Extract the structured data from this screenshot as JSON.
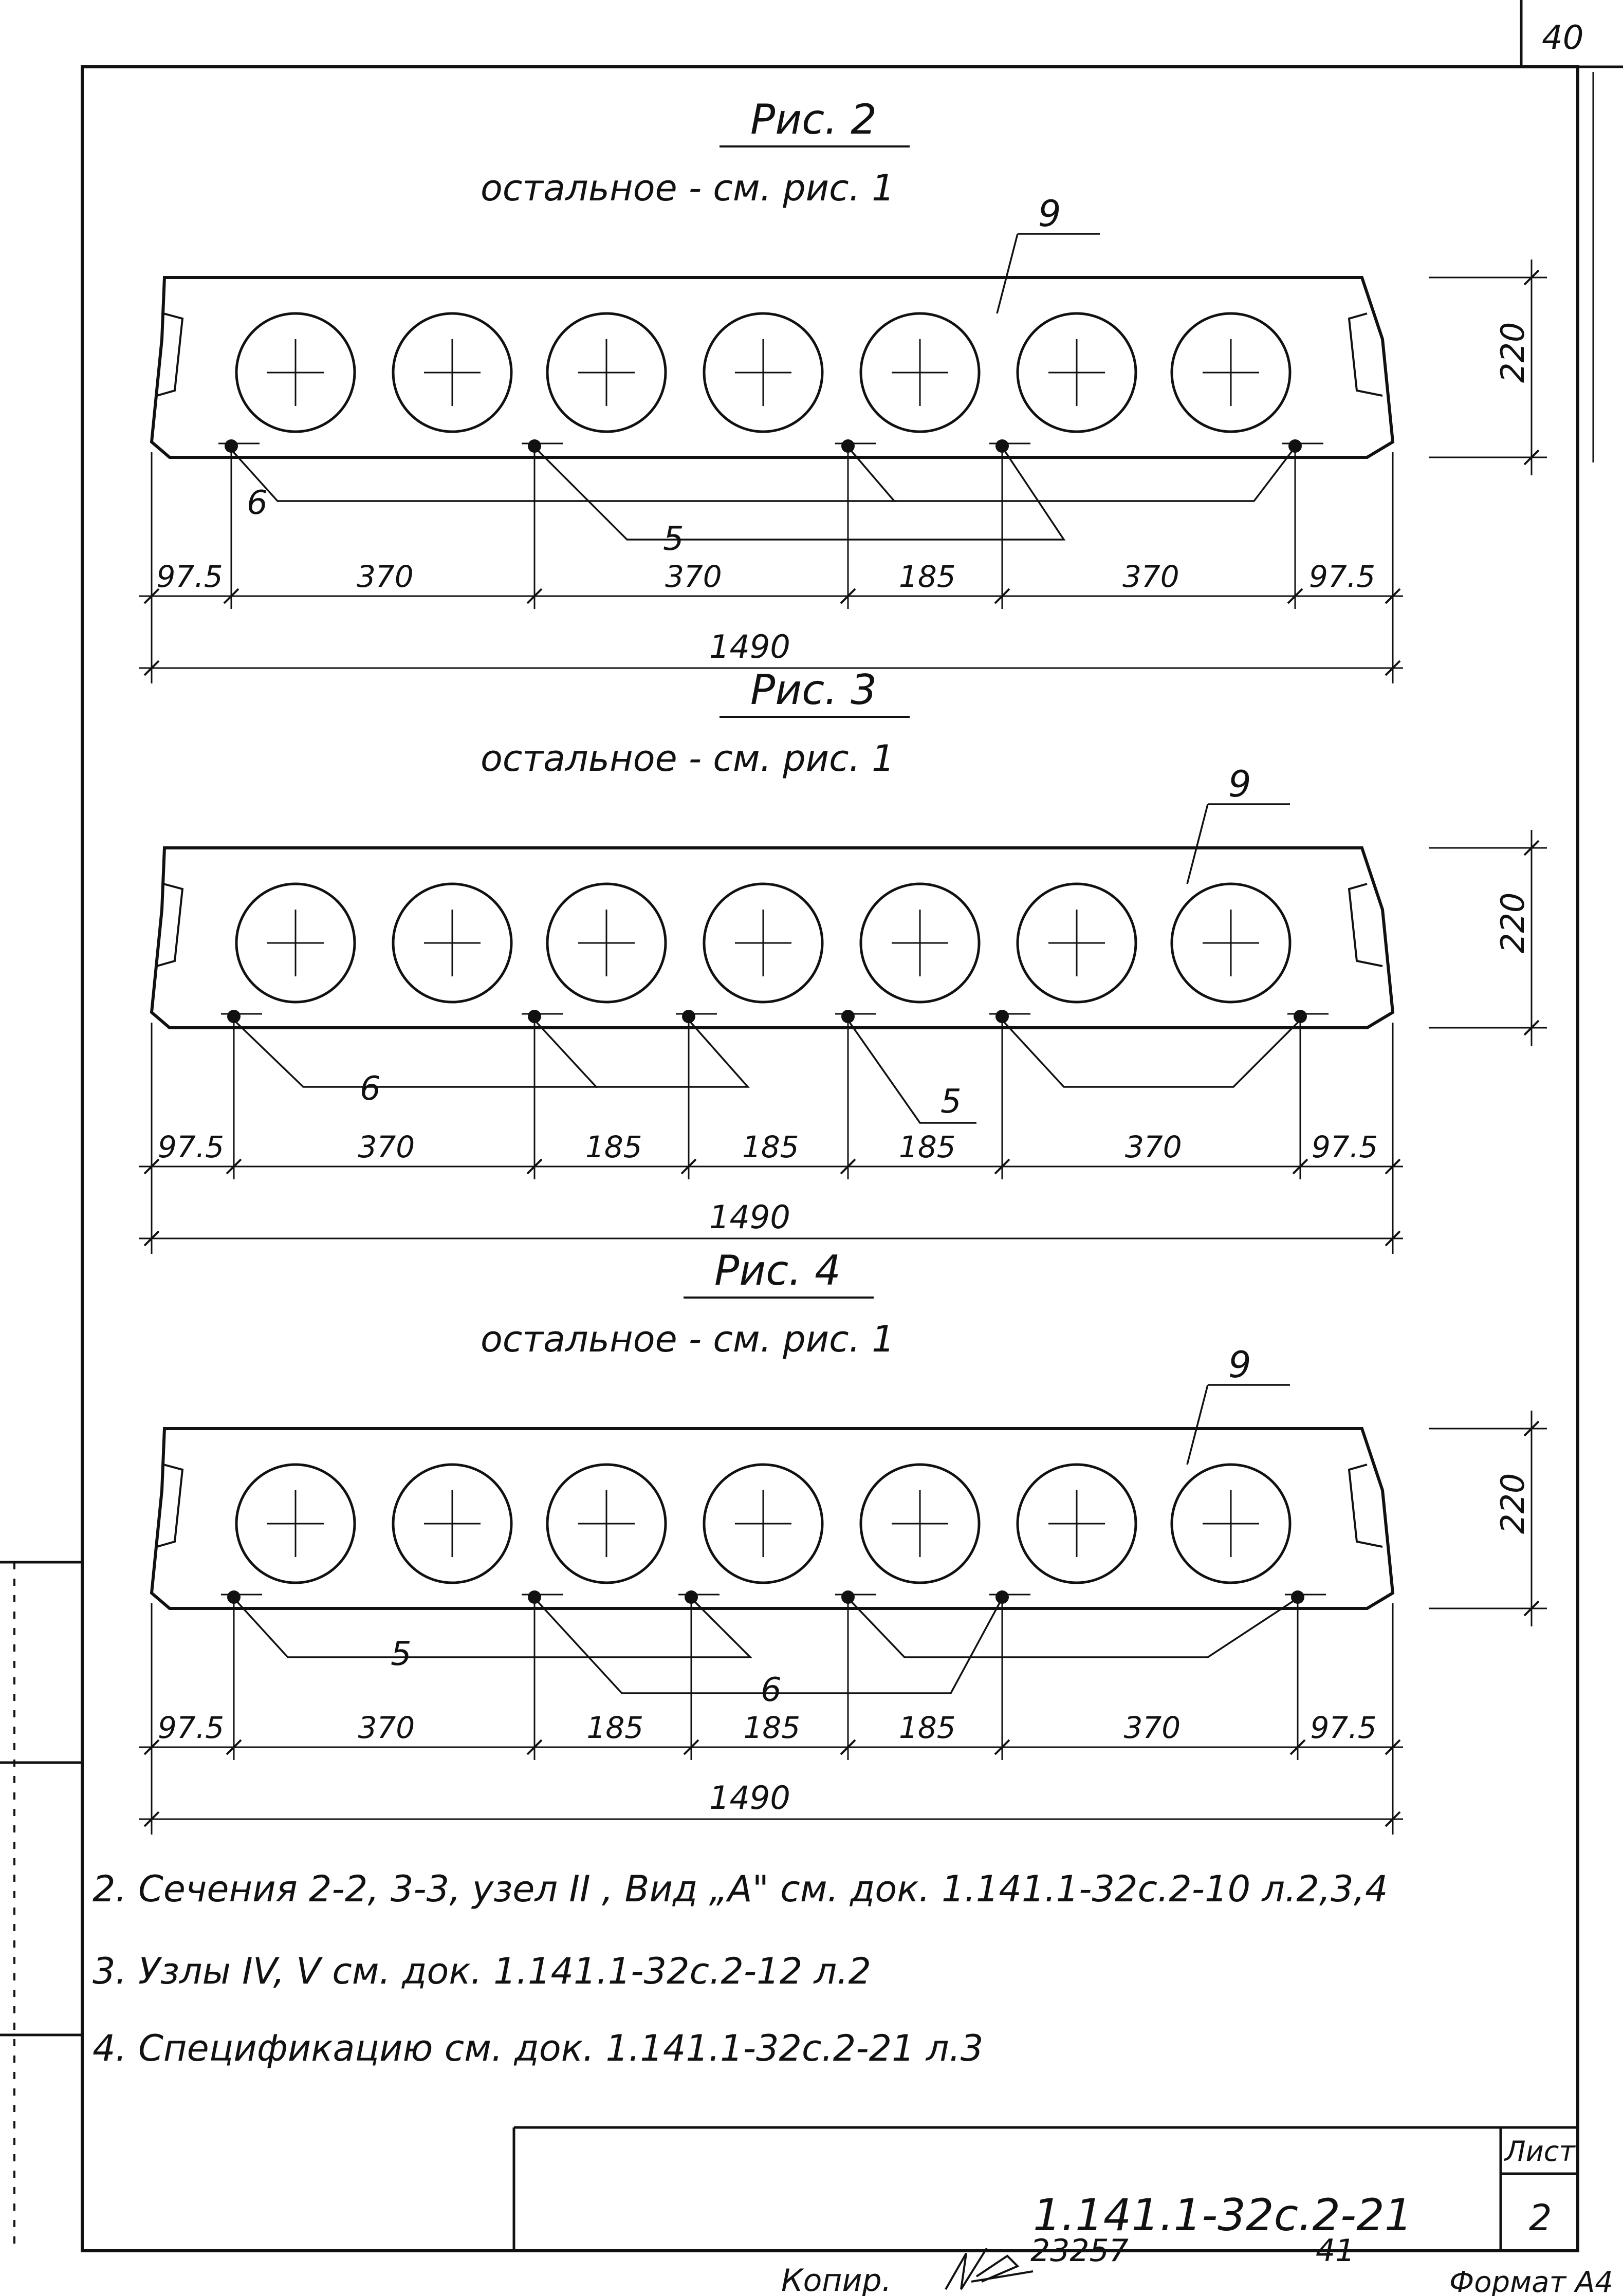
{
  "page_number_top": "40",
  "figures": [
    {
      "title": "Рис. 2",
      "subtitle": "остальное - см. рис. 1",
      "callout": "9",
      "height_dim": "220",
      "label_a": "6",
      "label_b": "5",
      "dims": [
        "97.5",
        "370",
        "370",
        "185",
        "370",
        "97.5"
      ],
      "total": "1490"
    },
    {
      "title": "Рис. 3",
      "subtitle": "остальное - см. рис. 1",
      "callout": "9",
      "height_dim": "220",
      "label_a": "6",
      "label_b": "5",
      "dims": [
        "97.5",
        "370",
        "185",
        "185",
        "185",
        "370",
        "97.5"
      ],
      "total": "1490"
    },
    {
      "title": "Рис. 4",
      "subtitle": "остальное - см. рис. 1",
      "callout": "9",
      "height_dim": "220",
      "label_a": "5",
      "label_b": "6",
      "dims": [
        "97.5",
        "370",
        "185",
        "185",
        "185",
        "370",
        "97.5"
      ],
      "total": "1490"
    }
  ],
  "notes": [
    "2. Сечения 2-2, 3-3, узел II , Вид „А\" см. док. 1.141.1-32с.2-10 л.2,3,4",
    "3. Узлы IV, V см. док. 1.141.1-32с.2-12 л.2",
    "4. Спецификацию см. док. 1.141.1-32с.2-21 л.3"
  ],
  "title_block": {
    "doc_number": "1.141.1-32с.2-21",
    "sheet_label": "Лист",
    "sheet_number": "2"
  },
  "footer": {
    "copied_label": "Копир.",
    "code": "23257",
    "number": "41",
    "format_label": "Формат А4"
  }
}
